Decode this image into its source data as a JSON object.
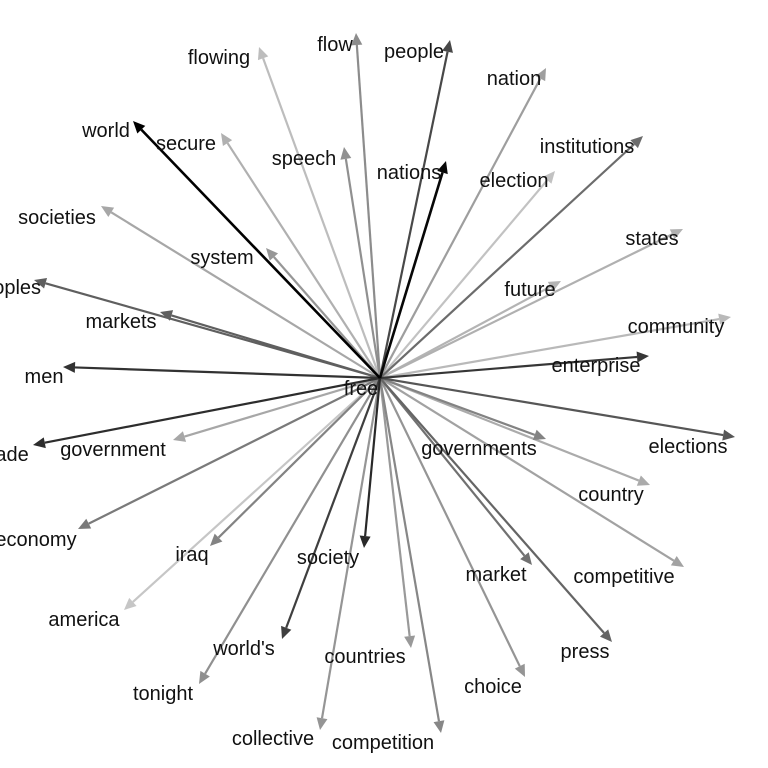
{
  "center": {
    "word": "free"
  },
  "associations": [
    {
      "word": "world",
      "strength": 1.0
    },
    {
      "word": "nations",
      "strength": 0.97
    },
    {
      "word": "society",
      "strength": 0.82
    },
    {
      "word": "men",
      "strength": 0.78
    },
    {
      "word": "trade",
      "strength": 0.8
    },
    {
      "word": "enterprise",
      "strength": 0.76
    },
    {
      "word": "world's",
      "strength": 0.72
    },
    {
      "word": "people",
      "strength": 0.68
    },
    {
      "word": "elections",
      "strength": 0.62
    },
    {
      "word": "peoples",
      "strength": 0.58
    },
    {
      "word": "press",
      "strength": 0.55
    },
    {
      "word": "markets",
      "strength": 0.58
    },
    {
      "word": "institutions",
      "strength": 0.52
    },
    {
      "word": "market",
      "strength": 0.5
    },
    {
      "word": "economy",
      "strength": 0.46
    },
    {
      "word": "governments",
      "strength": 0.42
    },
    {
      "word": "iraq",
      "strength": 0.42
    },
    {
      "word": "competition",
      "strength": 0.4
    },
    {
      "word": "flow",
      "strength": 0.38
    },
    {
      "word": "tonight",
      "strength": 0.36
    },
    {
      "word": "speech",
      "strength": 0.36
    },
    {
      "word": "choice",
      "strength": 0.34
    },
    {
      "word": "collective",
      "strength": 0.34
    },
    {
      "word": "system",
      "strength": 0.33
    },
    {
      "word": "countries",
      "strength": 0.32
    },
    {
      "word": "nation",
      "strength": 0.3
    },
    {
      "word": "competitive",
      "strength": 0.28
    },
    {
      "word": "government",
      "strength": 0.26
    },
    {
      "word": "societies",
      "strength": 0.26
    },
    {
      "word": "country",
      "strength": 0.24
    },
    {
      "word": "secure",
      "strength": 0.22
    },
    {
      "word": "states",
      "strength": 0.22
    },
    {
      "word": "future",
      "strength": 0.2
    },
    {
      "word": "community",
      "strength": 0.18
    },
    {
      "word": "flowing",
      "strength": 0.16
    },
    {
      "word": "election",
      "strength": 0.14
    },
    {
      "word": "america",
      "strength": 0.12
    }
  ]
}
